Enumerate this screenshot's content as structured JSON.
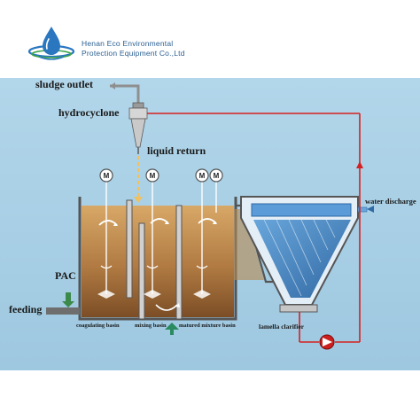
{
  "company": {
    "name_line1": "Henan Eco Environmental",
    "name_line2": "Protection Equipment Co.,Ltd"
  },
  "labels": {
    "sludge_outlet": "sludge outlet",
    "hydrocyclone": "hydrocyclone",
    "liquid_return": "liquid return",
    "water_discharge": "water discharge",
    "pac": "PAC",
    "feeding": "feeding",
    "coagulating_basin": "coagulating basin",
    "mixing_basin": "mixing basin",
    "matured_mixture_basin": "matured mixture basin",
    "lamella_clarifier": "lamella clarifier"
  },
  "motor_symbol": "M",
  "colors": {
    "panel_bg": "#a8cfe6",
    "tank_wall": "#5a5a5a",
    "water_top": "#cf9c5e",
    "water_bottom": "#8a5a2e",
    "clarifier_blue": "#3f86cc",
    "return_line": "#d42020",
    "pump": "#cc1f1f",
    "logo_blue": "#2a77c0",
    "logo_green": "#3da44a"
  },
  "icons": [
    "logo-drop-icon",
    "motor-icon",
    "pump-icon",
    "hydrocyclone-icon"
  ]
}
